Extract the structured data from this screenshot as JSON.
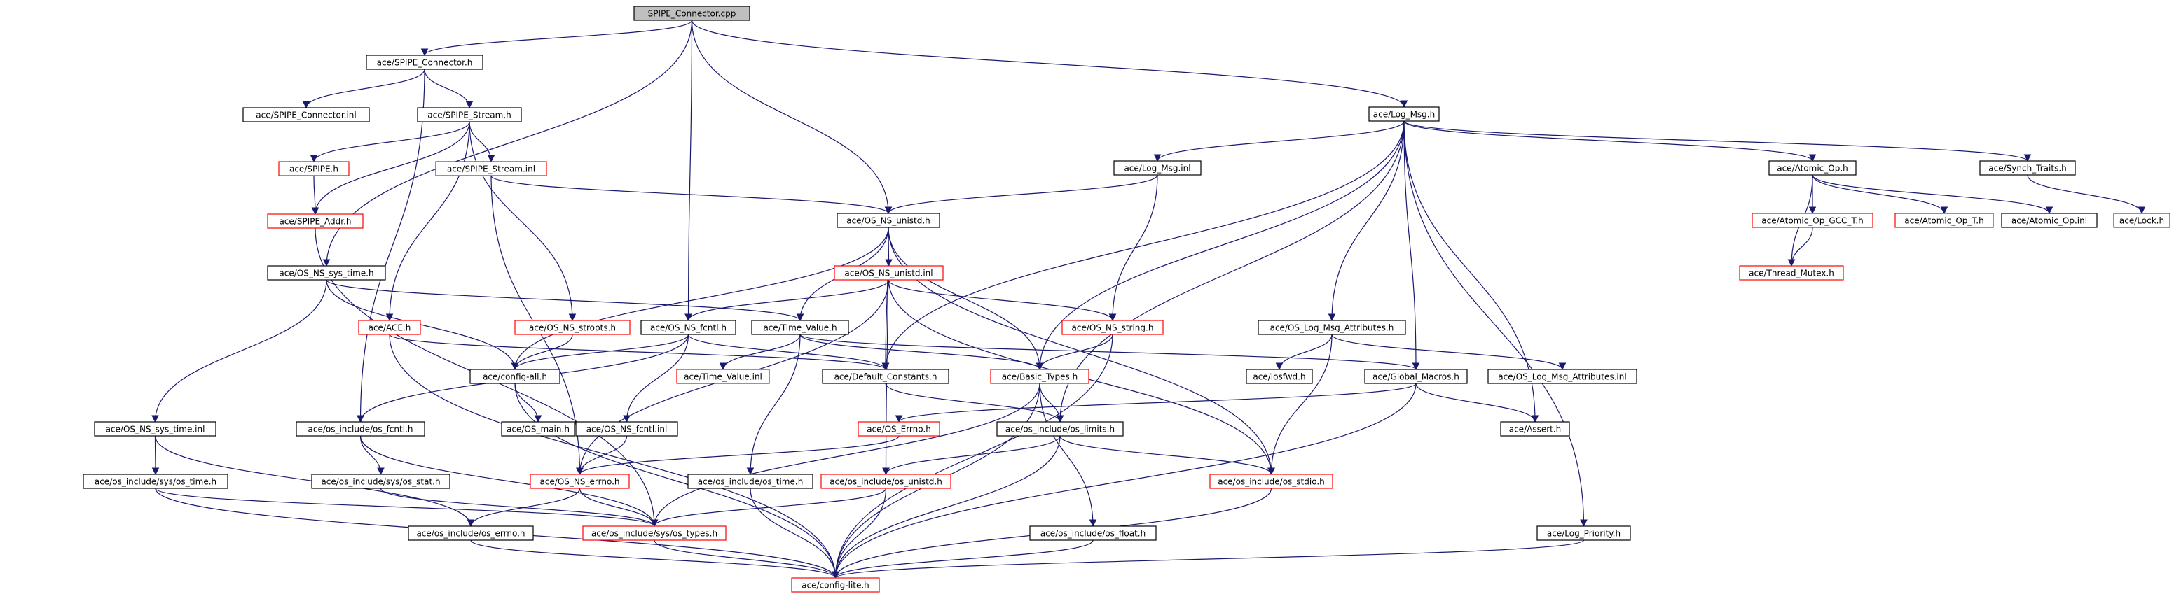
{
  "diagram": {
    "colors": {
      "edge": "#191970",
      "node_border_documented": "#000000",
      "node_border_undocumented": "#ff0000",
      "root_fill": "#bfbfbf",
      "node_fill": "#ffffff"
    },
    "nodes": [
      {
        "id": "root",
        "label": "SPIPE_Connector.cpp",
        "kind": "root"
      },
      {
        "id": "spipe_connector_h",
        "label": "ace/SPIPE_Connector.h",
        "kind": "black"
      },
      {
        "id": "spipe_connector_inl",
        "label": "ace/SPIPE_Connector.inl",
        "kind": "black"
      },
      {
        "id": "spipe_stream_h",
        "label": "ace/SPIPE_Stream.h",
        "kind": "black"
      },
      {
        "id": "spipe_h",
        "label": "ace/SPIPE.h",
        "kind": "red"
      },
      {
        "id": "spipe_stream_inl",
        "label": "ace/SPIPE_Stream.inl",
        "kind": "red"
      },
      {
        "id": "spipe_addr_h",
        "label": "ace/SPIPE_Addr.h",
        "kind": "red"
      },
      {
        "id": "os_ns_sys_time_h",
        "label": "ace/OS_NS_sys_time.h",
        "kind": "black"
      },
      {
        "id": "ace_h",
        "label": "ace/ACE.h",
        "kind": "red"
      },
      {
        "id": "os_ns_stropts_h",
        "label": "ace/OS_NS_stropts.h",
        "kind": "red"
      },
      {
        "id": "os_ns_fcntl_h",
        "label": "ace/OS_NS_fcntl.h",
        "kind": "black"
      },
      {
        "id": "time_value_h",
        "label": "ace/Time_Value.h",
        "kind": "black"
      },
      {
        "id": "os_ns_unistd_h",
        "label": "ace/OS_NS_unistd.h",
        "kind": "black"
      },
      {
        "id": "os_ns_unistd_inl",
        "label": "ace/OS_NS_unistd.inl",
        "kind": "red"
      },
      {
        "id": "log_msg_h",
        "label": "ace/Log_Msg.h",
        "kind": "black"
      },
      {
        "id": "log_msg_inl",
        "label": "ace/Log_Msg.inl",
        "kind": "black"
      },
      {
        "id": "os_ns_string_h",
        "label": "ace/OS_NS_string.h",
        "kind": "red"
      },
      {
        "id": "atomic_op_h",
        "label": "ace/Atomic_Op.h",
        "kind": "black"
      },
      {
        "id": "synch_traits_h",
        "label": "ace/Synch_Traits.h",
        "kind": "black"
      },
      {
        "id": "atomic_op_gcc_t_h",
        "label": "ace/Atomic_Op_GCC_T.h",
        "kind": "red"
      },
      {
        "id": "atomic_op_t_h",
        "label": "ace/Atomic_Op_T.h",
        "kind": "red"
      },
      {
        "id": "atomic_op_inl",
        "label": "ace/Atomic_Op.inl",
        "kind": "black"
      },
      {
        "id": "lock_h",
        "label": "ace/Lock.h",
        "kind": "red"
      },
      {
        "id": "thread_mutex_h",
        "label": "ace/Thread_Mutex.h",
        "kind": "red"
      },
      {
        "id": "os_log_msg_attributes_h",
        "label": "ace/OS_Log_Msg_Attributes.h",
        "kind": "black"
      },
      {
        "id": "iosfwd_h",
        "label": "ace/iosfwd.h",
        "kind": "black"
      },
      {
        "id": "global_macros_h",
        "label": "ace/Global_Macros.h",
        "kind": "black"
      },
      {
        "id": "os_log_msg_attributes_inl",
        "label": "ace/OS_Log_Msg_Attributes.inl",
        "kind": "black"
      },
      {
        "id": "config_all_h",
        "label": "ace/config-all.h",
        "kind": "black"
      },
      {
        "id": "time_value_inl",
        "label": "ace/Time_Value.inl",
        "kind": "red"
      },
      {
        "id": "default_constants_h",
        "label": "ace/Default_Constants.h",
        "kind": "black"
      },
      {
        "id": "basic_types_h",
        "label": "ace/Basic_Types.h",
        "kind": "red"
      },
      {
        "id": "os_ns_sys_time_inl",
        "label": "ace/OS_NS_sys_time.inl",
        "kind": "black"
      },
      {
        "id": "os_include_os_fcntl_h",
        "label": "ace/os_include/os_fcntl.h",
        "kind": "black"
      },
      {
        "id": "os_main_h",
        "label": "ace/OS_main.h",
        "kind": "black"
      },
      {
        "id": "os_ns_fcntl_inl",
        "label": "ace/OS_NS_fcntl.inl",
        "kind": "black"
      },
      {
        "id": "os_errno_h",
        "label": "ace/OS_Errno.h",
        "kind": "red"
      },
      {
        "id": "os_include_os_limits_h",
        "label": "ace/os_include/os_limits.h",
        "kind": "black"
      },
      {
        "id": "assert_h",
        "label": "ace/Assert.h",
        "kind": "black"
      },
      {
        "id": "os_include_sys_os_time_h",
        "label": "ace/os_include/sys/os_time.h",
        "kind": "black"
      },
      {
        "id": "os_include_sys_os_stat_h",
        "label": "ace/os_include/sys/os_stat.h",
        "kind": "black"
      },
      {
        "id": "os_ns_errno_h",
        "label": "ace/OS_NS_errno.h",
        "kind": "red"
      },
      {
        "id": "os_include_os_time_h",
        "label": "ace/os_include/os_time.h",
        "kind": "black"
      },
      {
        "id": "os_include_os_unistd_h",
        "label": "ace/os_include/os_unistd.h",
        "kind": "red"
      },
      {
        "id": "os_include_os_stdio_h",
        "label": "ace/os_include/os_stdio.h",
        "kind": "red"
      },
      {
        "id": "os_include_os_errno_h",
        "label": "ace/os_include/os_errno.h",
        "kind": "black"
      },
      {
        "id": "os_include_sys_os_types_h",
        "label": "ace/os_include/sys/os_types.h",
        "kind": "red"
      },
      {
        "id": "os_include_os_float_h",
        "label": "ace/os_include/os_float.h",
        "kind": "black"
      },
      {
        "id": "log_priority_h",
        "label": "ace/Log_Priority.h",
        "kind": "black"
      },
      {
        "id": "config_lite_h",
        "label": "ace/config-lite.h",
        "kind": "red"
      }
    ]
  }
}
